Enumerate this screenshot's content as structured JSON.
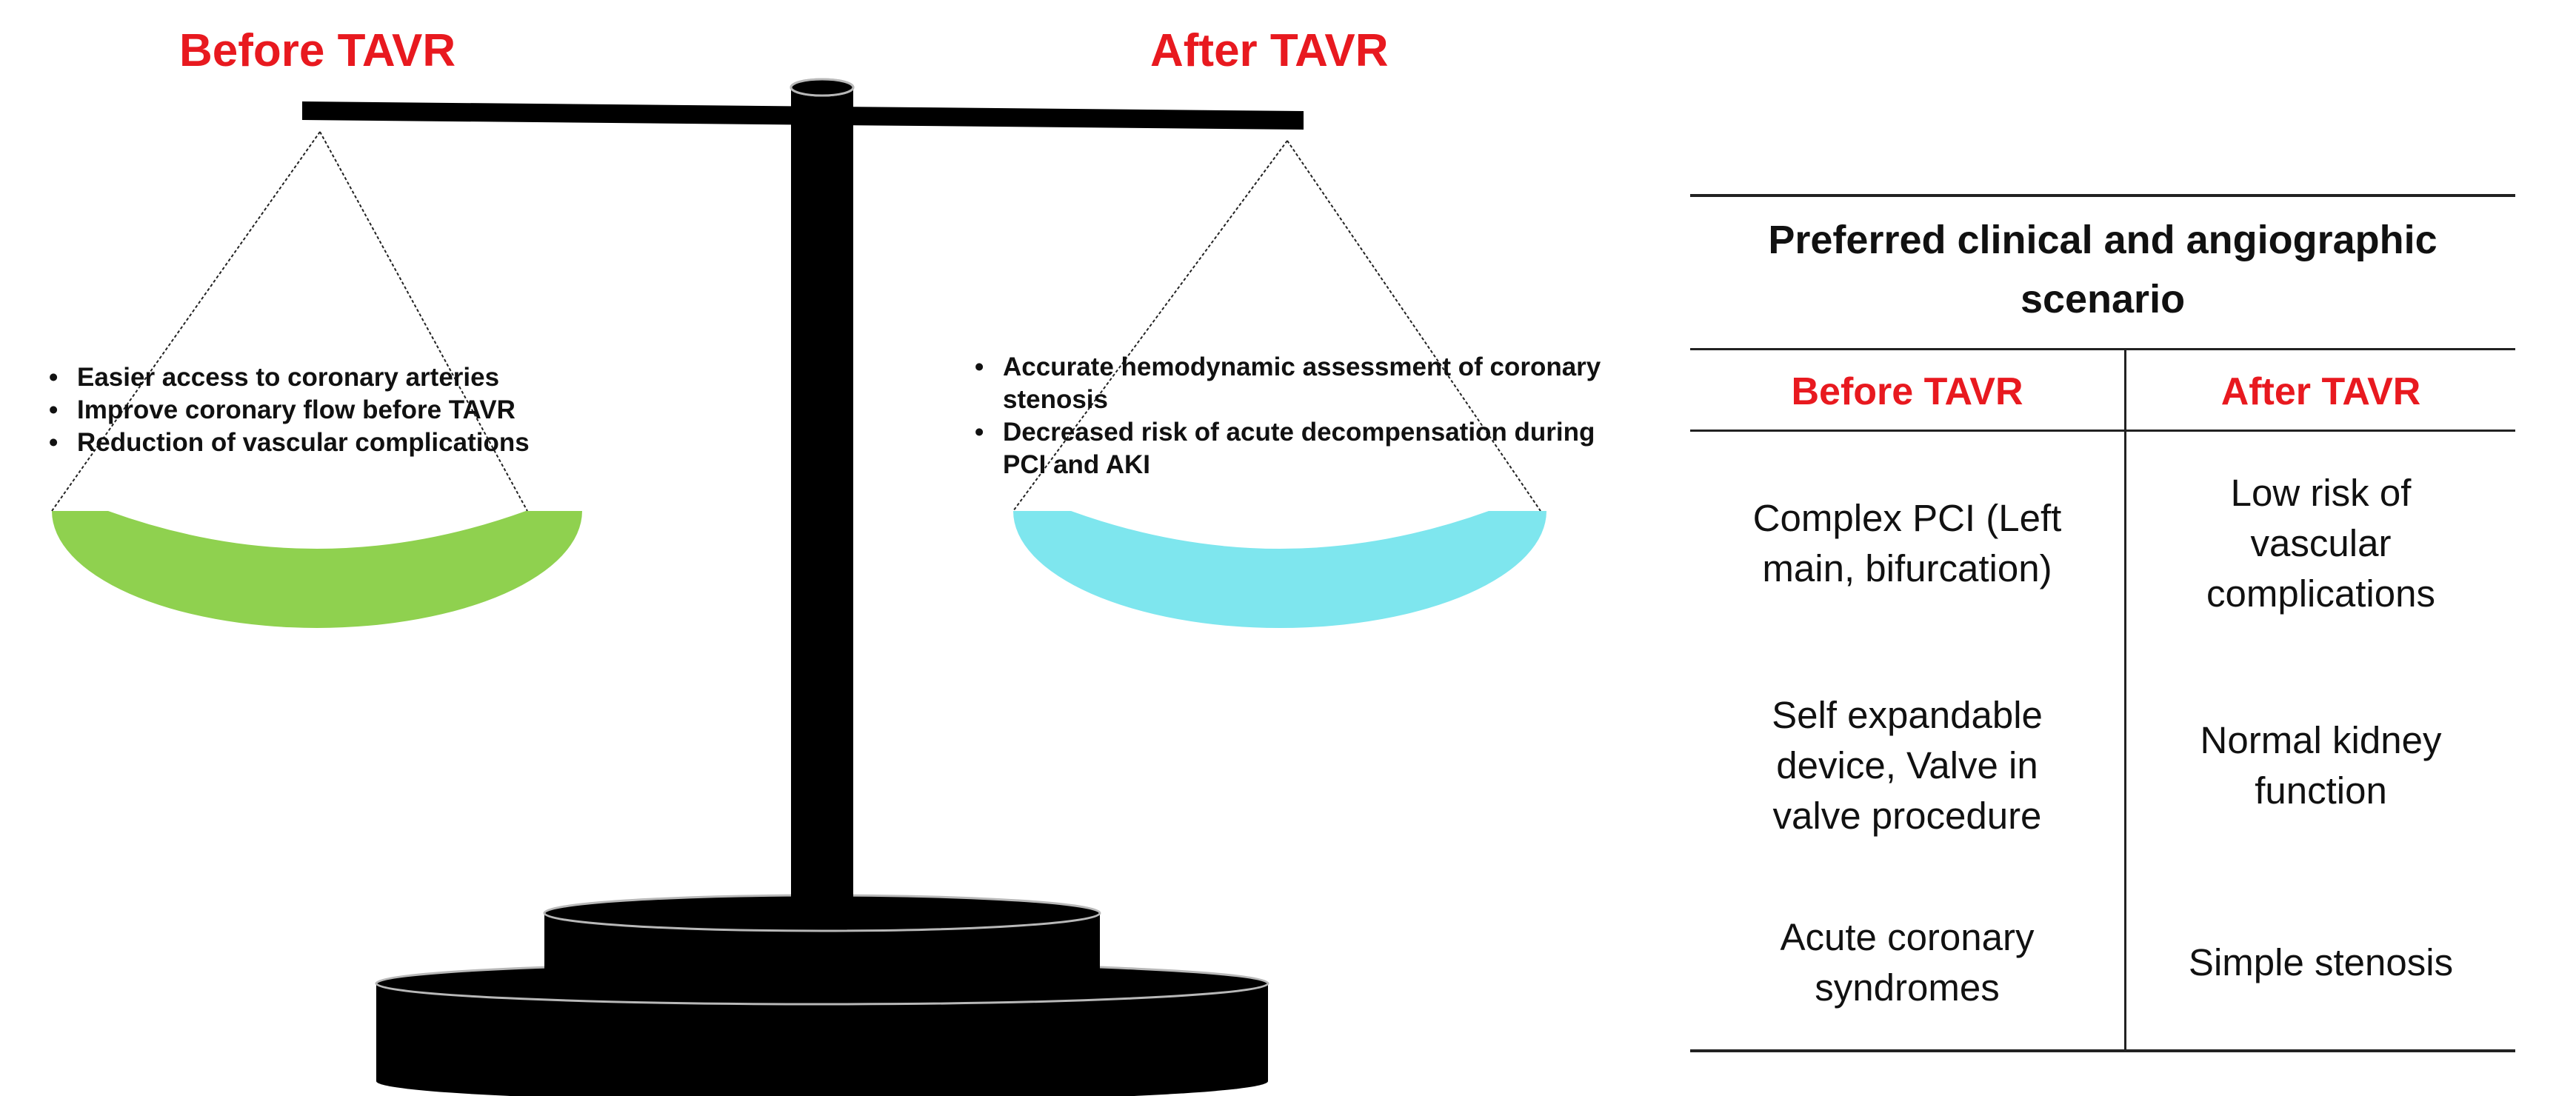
{
  "scale": {
    "left": {
      "title": "Before TAVR",
      "pan_color": "#8fd14f",
      "items": [
        "Easier access to coronary arteries",
        "Improve coronary flow before TAVR",
        "Reduction of vascular complications"
      ]
    },
    "right": {
      "title": "After TAVR",
      "pan_color": "#7ee6ee",
      "items": [
        "Accurate hemodynamic assessment of coronary stenosis",
        "Decreased risk of acute decompensation during PCI and AKI"
      ]
    },
    "title_color": "#e8191f"
  },
  "table": {
    "heading": "Preferred clinical and angiographic scenario",
    "columns": [
      "Before TAVR",
      "After TAVR"
    ],
    "rows": [
      [
        "Complex PCI (Left main, bifurcation)",
        "Low risk of vascular complications"
      ],
      [
        "Self expandable device, Valve in valve procedure",
        "Normal kidney function"
      ],
      [
        "Acute coronary syndromes",
        "Simple stenosis"
      ]
    ]
  }
}
